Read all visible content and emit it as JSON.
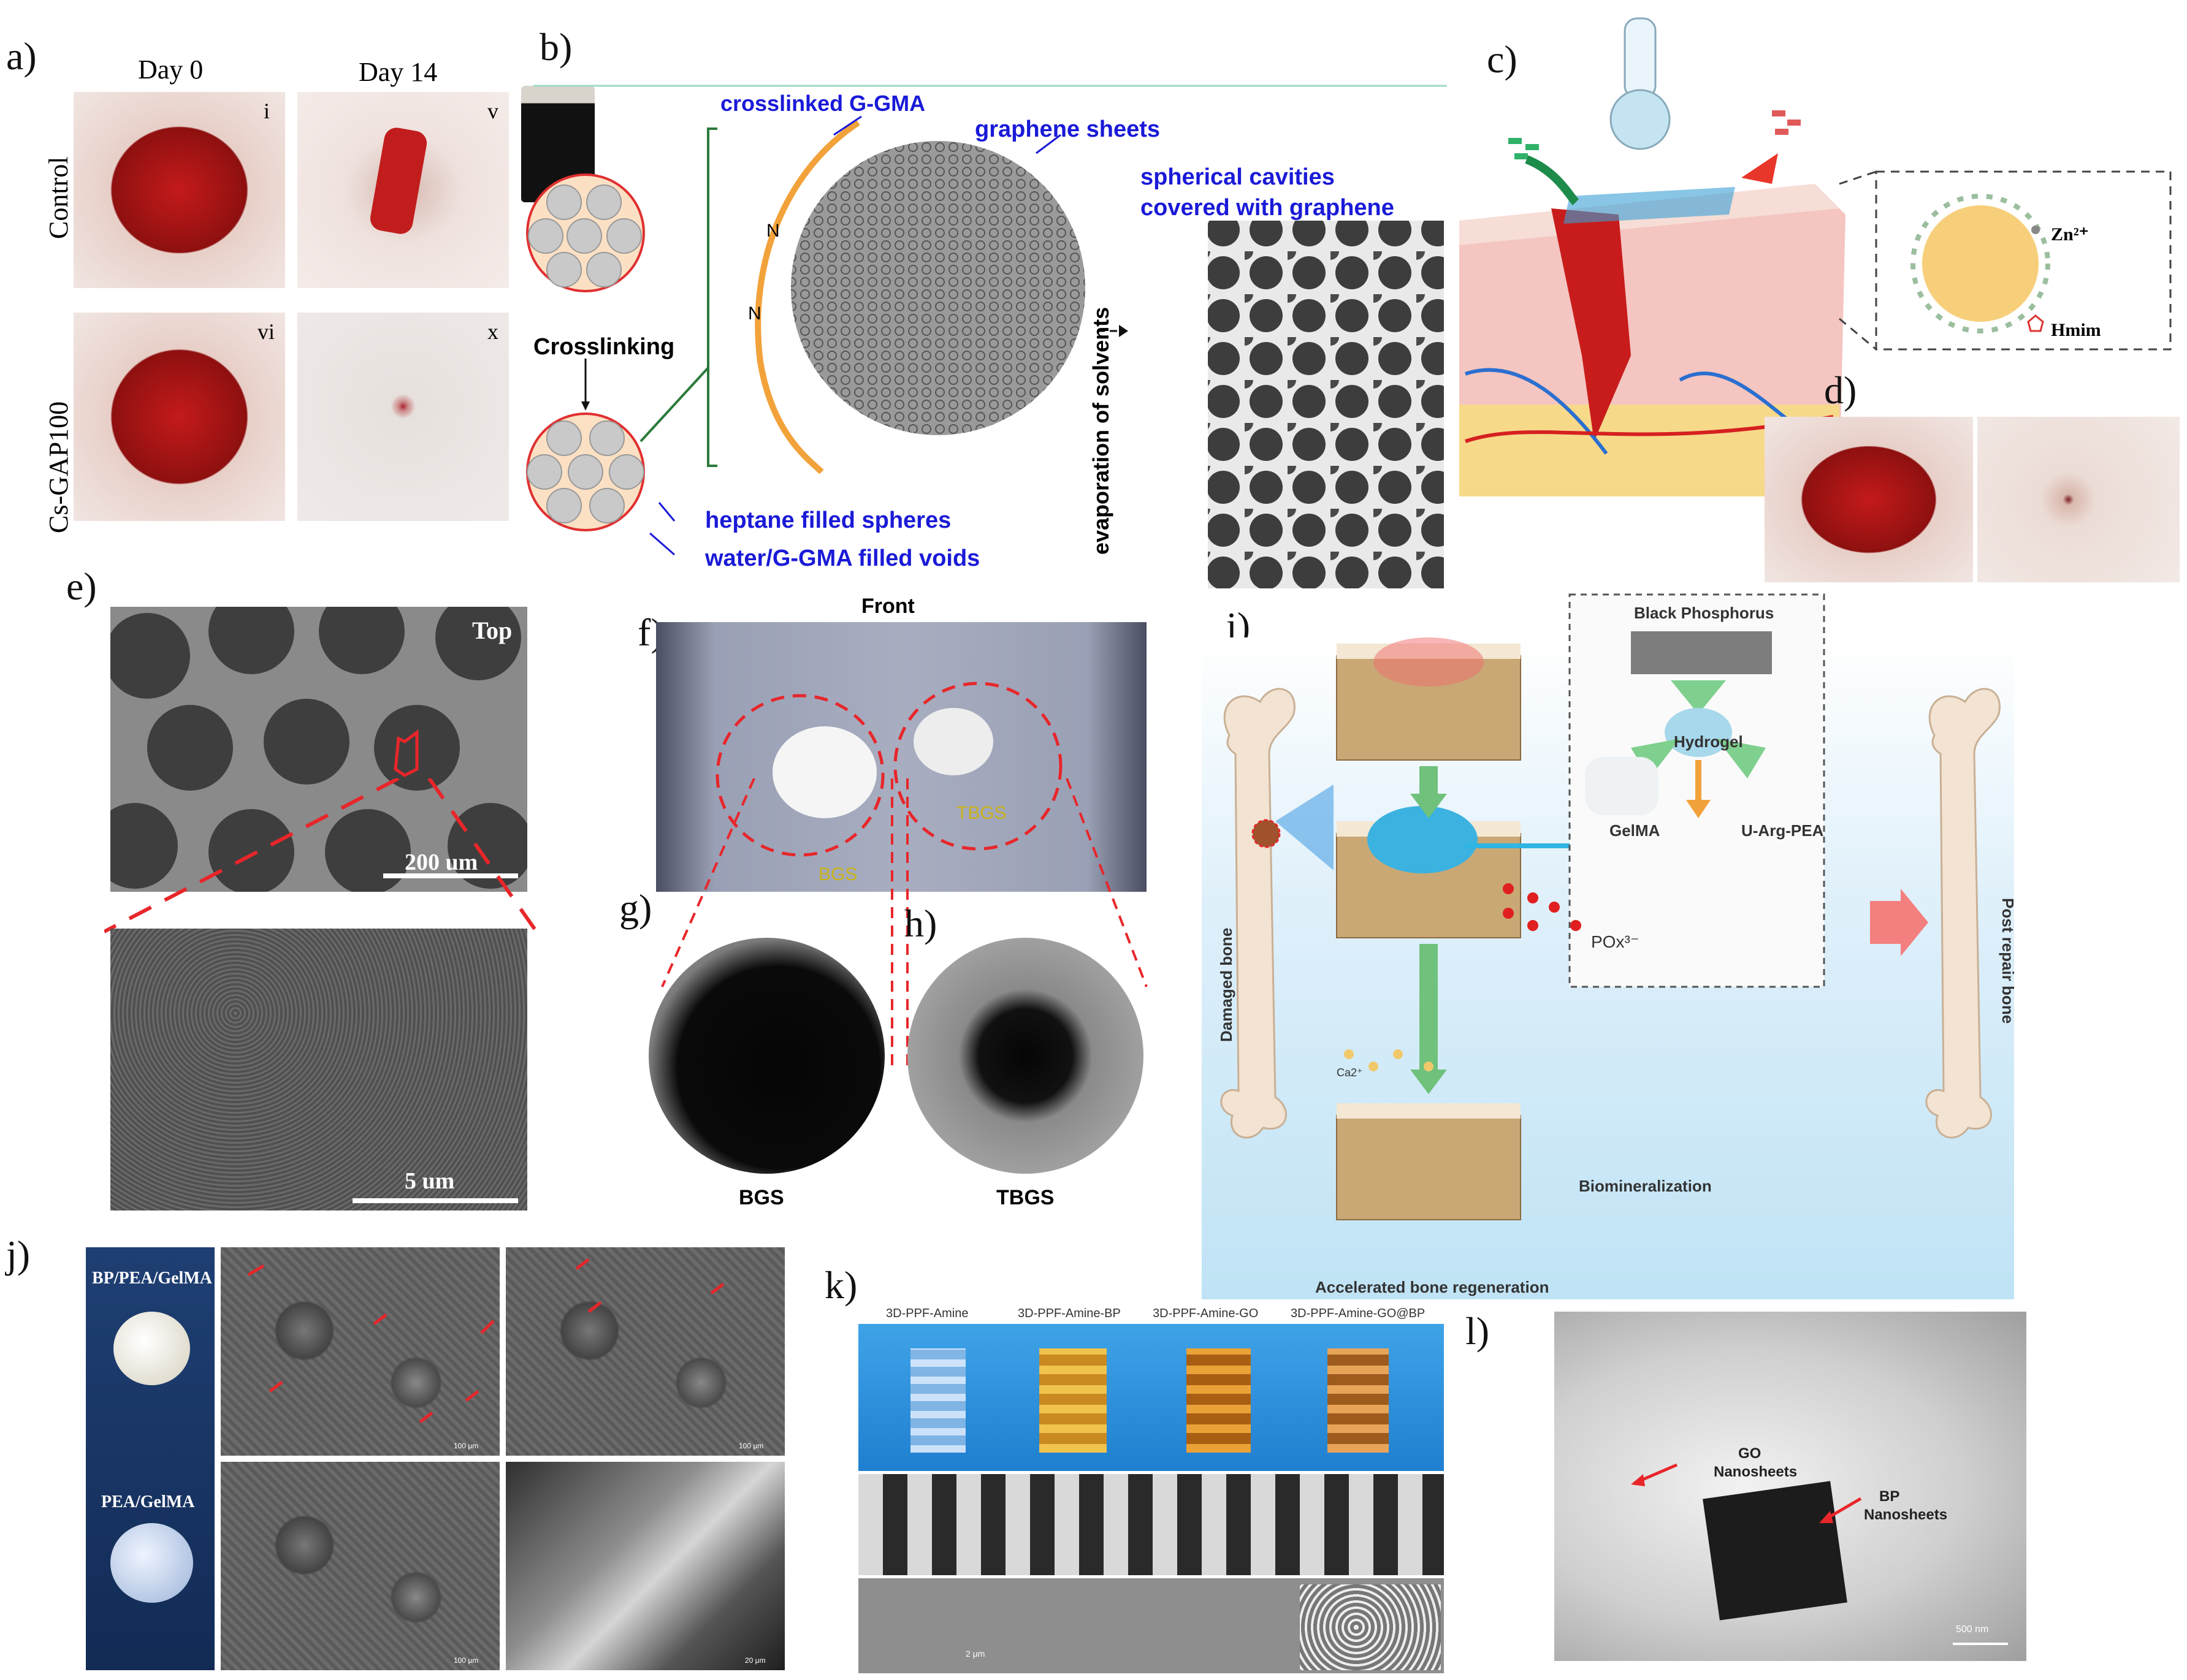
{
  "panel_labels": {
    "a": "a)",
    "b": "b)",
    "c": "c)",
    "d": "d)",
    "e": "e)",
    "f": "f)",
    "g": "g)",
    "h": "h)",
    "i": "i)",
    "j": "j)",
    "k": "k)",
    "l": "l)"
  },
  "a": {
    "col0": "Day 0",
    "col1": "Day 14",
    "row0": "Control",
    "row1": "Cs-GAP100",
    "sub_i": "i",
    "sub_v": "v",
    "sub_vi": "vi",
    "sub_x": "x"
  },
  "b": {
    "crosslinked": "crosslinked G-GMA",
    "graphene_sheets": "graphene sheets",
    "cavities1": "spherical cavities",
    "cavities2": "covered with graphene",
    "crosslinking": "Crosslinking",
    "evaporation": "evaporation of solvents",
    "heptane": "heptane filled spheres",
    "water": "water/G-GMA filled voids",
    "n": "N"
  },
  "c": {
    "zn": "Zn²⁺",
    "hmim": "Hmim"
  },
  "e": {
    "top": "Top",
    "scale1": "200 um",
    "scale2": "5 um"
  },
  "f": {
    "front": "Front",
    "bgs_in": "BGS",
    "tbgs_in": "TBGS"
  },
  "gh": {
    "bgs": "BGS",
    "tbgs": "TBGS"
  },
  "i": {
    "black_p": "Black Phosphorus",
    "hydrogel": "Hydrogel",
    "gelma": "GelMA",
    "uarg": "U-Arg-PEA",
    "damaged": "Damaged bone",
    "post": "Post repair bone",
    "pox": "POx³⁻",
    "biomin": "Biomineralization",
    "accel": "Accelerated bone regeneration",
    "ca": "Ca2⁺"
  },
  "j": {
    "bp": "BP/PEA/GelMA",
    "pea": "PEA/GelMA",
    "s100": "100 μm",
    "s20": "20 μm"
  },
  "k": {
    "cols": [
      "3D-PPF-Amine",
      "3D-PPF-Amine-BP",
      "3D-PPF-Amine-GO",
      "3D-PPF-Amine-GO@BP"
    ],
    "scale": "2 μm"
  },
  "l": {
    "go": "GO",
    "go2": "Nanosheets",
    "bp": "BP",
    "bp2": "Nanosheets",
    "scale": "500 nm"
  },
  "colors": {
    "label_blue": "#1a1ad8",
    "dash_red": "#e8262a",
    "bone_bg": "#bfe3f5"
  }
}
